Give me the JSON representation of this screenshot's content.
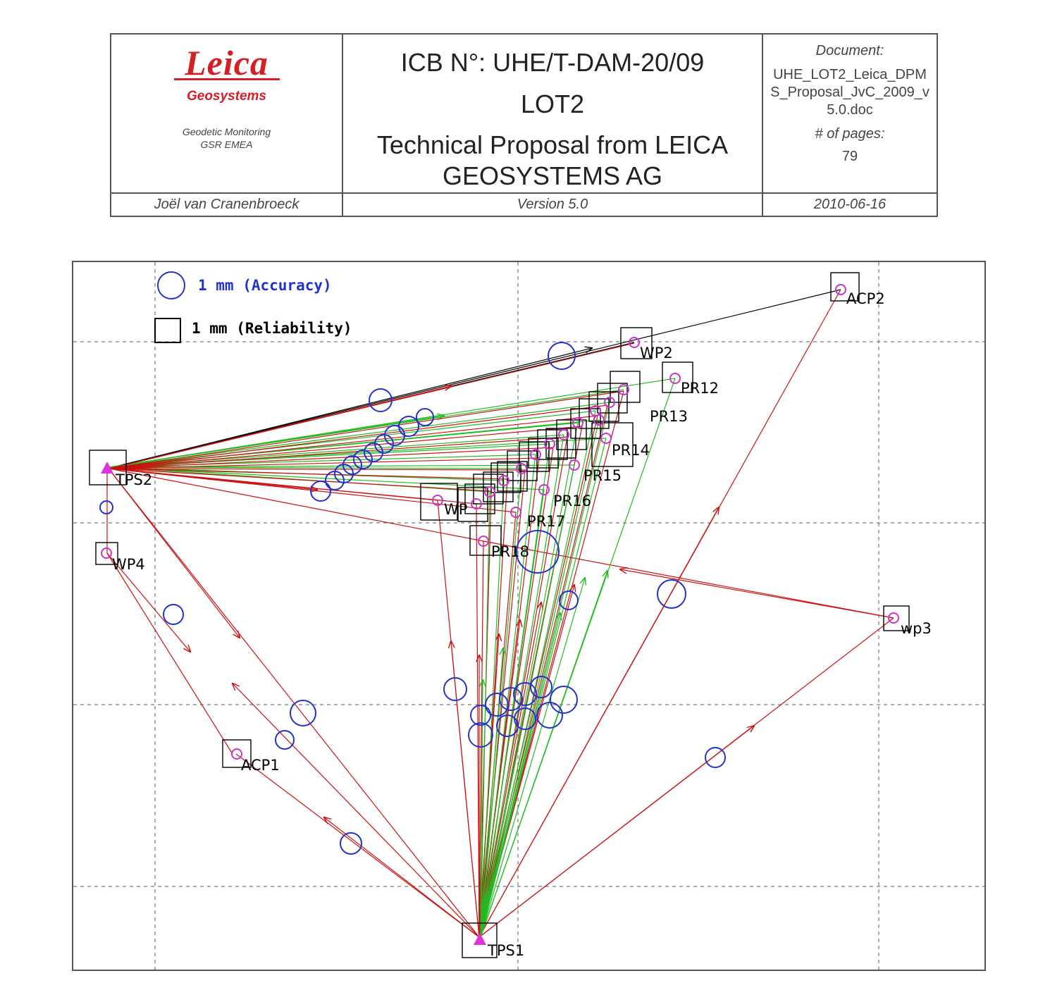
{
  "header": {
    "logo": {
      "brand": "Leica",
      "sub": "Geosystems",
      "dept_line1": "Geodetic Monitoring",
      "dept_line2": "GSR EMEA"
    },
    "title": {
      "line1": "ICB N°: UHE/T-DAM-20/09",
      "line2": "LOT2",
      "line3": "Technical Proposal from LEICA GEOSYSTEMS AG"
    },
    "document": {
      "label": "Document:",
      "name": "UHE_LOT2_Leica_DPMS_Proposal_JvC_2009_v5.0.doc",
      "pages_label": "# of pages:",
      "pages": "79"
    },
    "author": "Joël van Cranenbroeck",
    "version": "Version 5.0",
    "date": "2010-06-16"
  },
  "legend": {
    "accuracy": "1 mm (Accuracy)",
    "reliability": "1 mm (Reliability)"
  },
  "colors": {
    "accuracy": "#2233cc",
    "observation_red": "#cc1111",
    "observation_green": "#22bb22",
    "point": "#cc33cc",
    "frame": "#555555",
    "grid": "#777777"
  },
  "stations": [
    "TPS1",
    "TPS2"
  ],
  "points": {
    "ACP1": "ACP1",
    "ACP2": "ACP2",
    "WP2": "WP2",
    "wp3": "wp3",
    "WP4": "WP4",
    "PR12": "PR12",
    "PR13": "PR13",
    "PR14": "PR14",
    "PR15": "PR15",
    "PR16": "PR16",
    "PR17": "PR17",
    "PR18": "PR18",
    "WP_mid": "WP"
  }
}
